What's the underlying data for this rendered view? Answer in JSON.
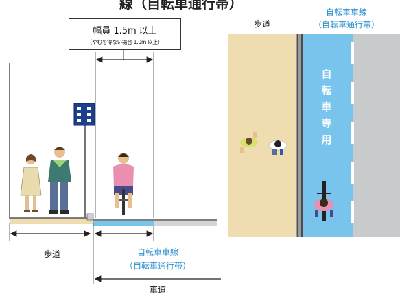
{
  "cutoff_title": "線（自転車通行帯）",
  "width_label": {
    "main": "幅員 1.5m 以上",
    "note": "（やむを得ない場合 1.0m 以上）"
  },
  "section": {
    "sidewalk": "歩道",
    "bike_lane": "自転車車線",
    "bike_lane_sub": "（自転車通行帯）",
    "roadway": "車道"
  },
  "plan": {
    "sidewalk": "歩道",
    "bike_lane": "自転車車線",
    "bike_lane_sub": "（自転車通行帯）",
    "lane_marking": [
      "自",
      "転",
      "車",
      "専",
      "用"
    ]
  },
  "colors": {
    "sidewalk": "#efdcb0",
    "bike_lane": "#79c4ec",
    "roadway": "#c9cacc",
    "label_blue": "#2a8fd0"
  }
}
